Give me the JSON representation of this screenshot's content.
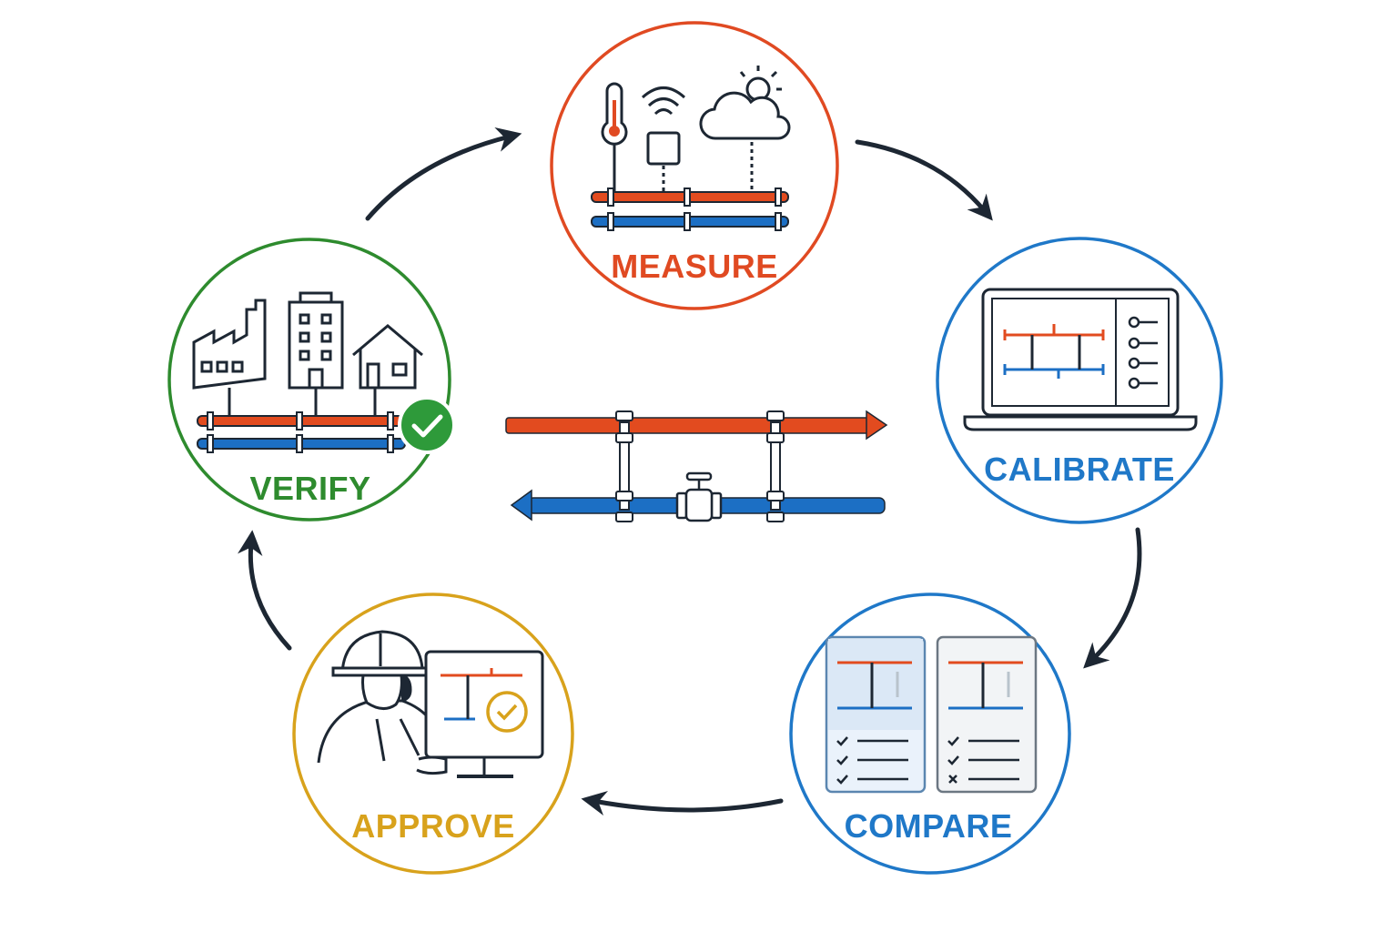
{
  "colors": {
    "measure": "#e04a22",
    "calibrate": "#1f78c8",
    "compare": "#1f78c8",
    "approve": "#d8a21c",
    "verify": "#2e8b2e",
    "hot_pipe": "#e24b1f",
    "cold_pipe": "#1c6fc4",
    "ink": "#1d2733",
    "check_green": "#2e9a3a"
  },
  "stages": [
    {
      "id": "measure",
      "label": "MEASURE",
      "icons": [
        "thermometer-icon",
        "wireless-sensor-icon",
        "weather-icon",
        "pipe-pair-icon"
      ]
    },
    {
      "id": "calibrate",
      "label": "CALIBRATE",
      "icons": [
        "laptop-icon",
        "pipe-schematic-icon",
        "slider-controls-icon"
      ]
    },
    {
      "id": "compare",
      "label": "COMPARE",
      "icons": [
        "document-left-icon",
        "document-right-icon",
        "checklist-icon",
        "cross-icon"
      ]
    },
    {
      "id": "approve",
      "label": "APPROVE",
      "icons": [
        "engineer-hardhat-icon",
        "monitor-icon",
        "check-circle-icon"
      ]
    },
    {
      "id": "verify",
      "label": "VERIFY",
      "icons": [
        "factory-icon",
        "office-building-icon",
        "house-icon",
        "green-check-badge-icon"
      ]
    }
  ],
  "center": {
    "icons": [
      "supply-pipe-arrow-icon",
      "return-pipe-arrow-icon",
      "valve-icon"
    ]
  }
}
